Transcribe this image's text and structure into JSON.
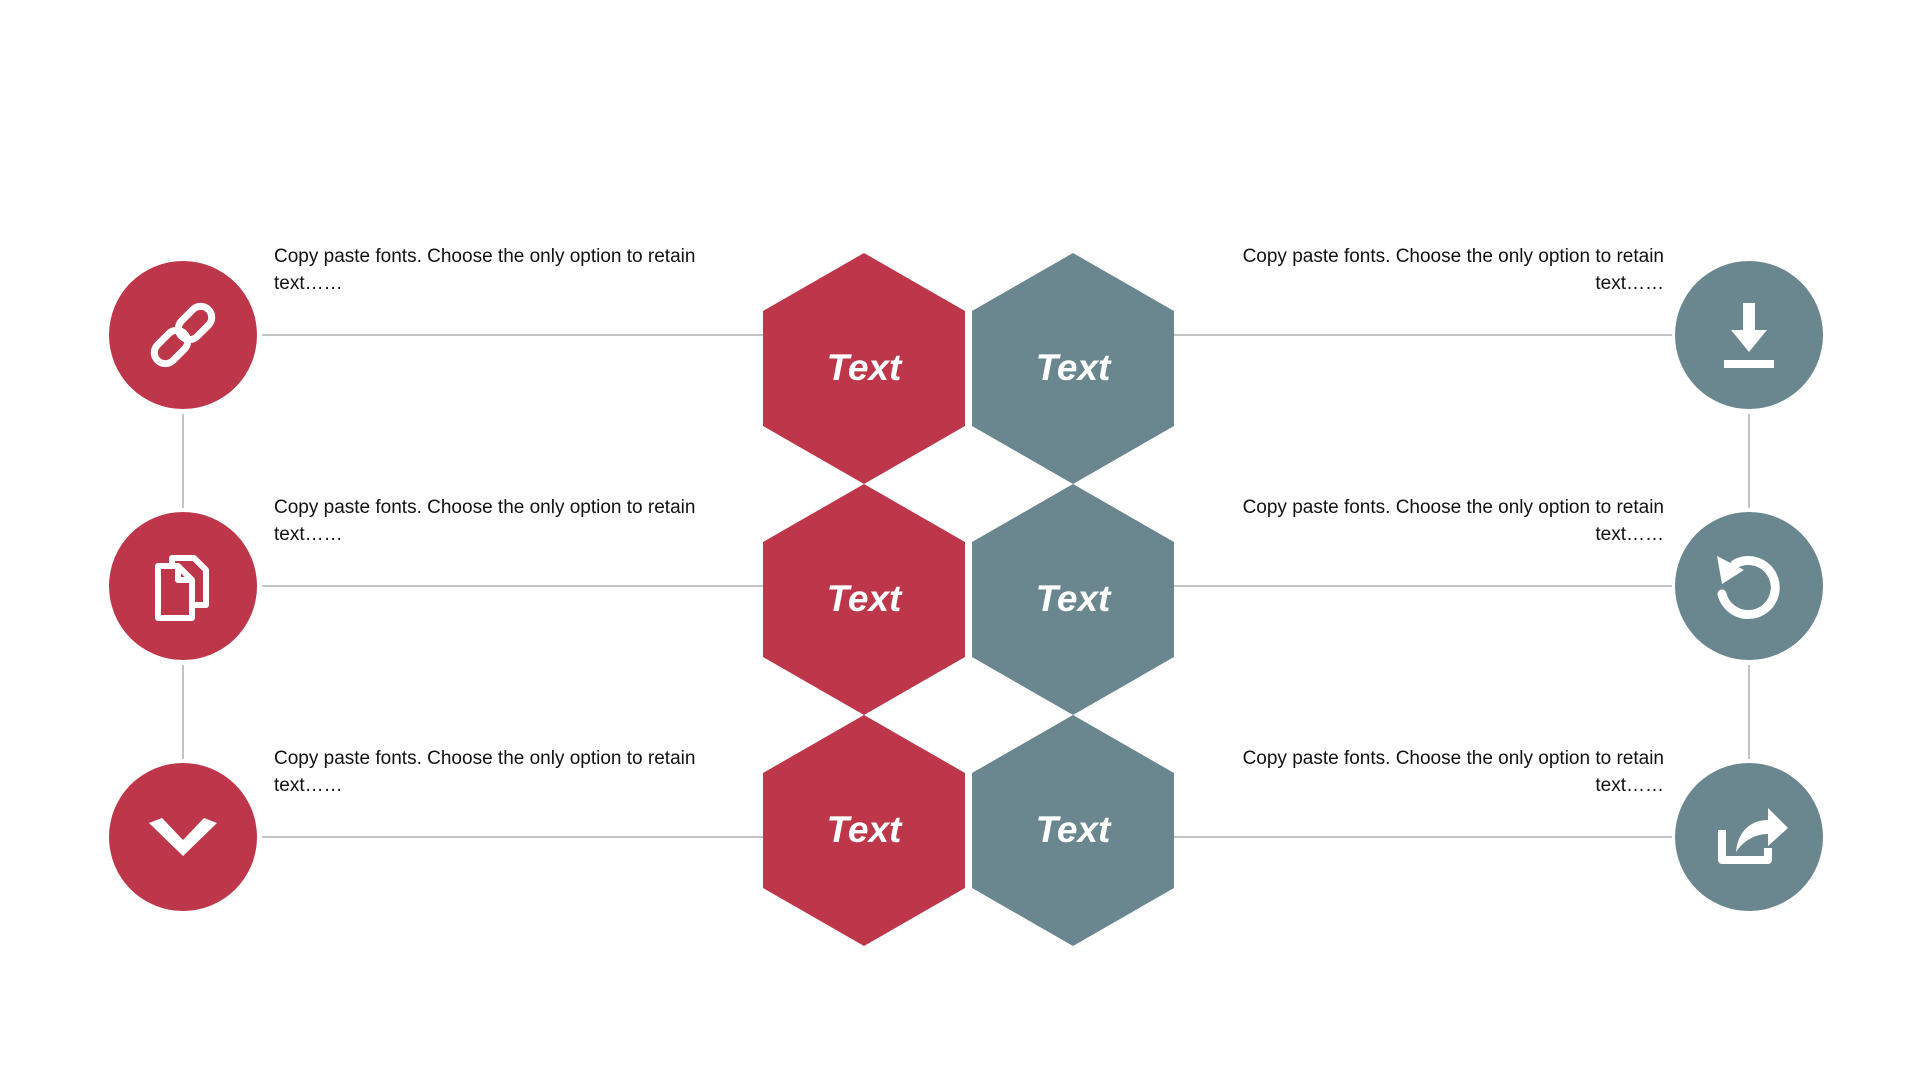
{
  "colors": {
    "crimson": "#BE3649",
    "slate": "#6A868F",
    "connector": "#C4C4C4",
    "text": "#111111"
  },
  "hex_labels": {
    "crimson": [
      "Text",
      "Text",
      "Text"
    ],
    "slate": [
      "Text",
      "Text",
      "Text"
    ]
  },
  "left_items": [
    {
      "icon": "link-icon",
      "text": "Copy paste fonts. Choose the only option to retain text……"
    },
    {
      "icon": "copy-icon",
      "text": "Copy paste fonts. Choose the only option to retain text……"
    },
    {
      "icon": "chevron-down-icon",
      "text": "Copy paste fonts. Choose the only option to retain text……"
    }
  ],
  "right_items": [
    {
      "icon": "download-icon",
      "text": "Copy paste fonts. Choose the only option to retain text……"
    },
    {
      "icon": "undo-icon",
      "text": "Copy paste fonts. Choose the only option to retain text……"
    },
    {
      "icon": "share-icon",
      "text": "Copy paste fonts. Choose the only option to retain text……"
    }
  ]
}
